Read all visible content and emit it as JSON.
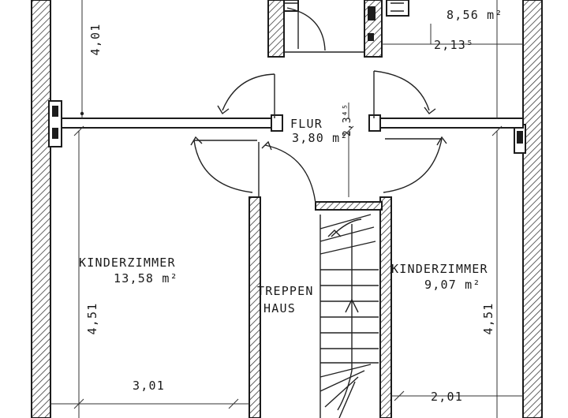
{
  "plan": {
    "rooms": [
      {
        "id": "room-top-left-height",
        "label": "4,01"
      },
      {
        "id": "room-top-right",
        "area": "8,56 m²",
        "width": "2,13⁵"
      },
      {
        "id": "flur",
        "name": "FLUR",
        "area": "3,80 m²",
        "width": "2,3⁴⁵"
      },
      {
        "id": "kinderzimmer-left",
        "name": "KINDERZIMMER",
        "area": "13,58 m²",
        "height": "4,51",
        "width": "3,01"
      },
      {
        "id": "treppenhaus",
        "name_line1": "TREPPEN",
        "name_line2": "HAUS"
      },
      {
        "id": "kinderzimmer-right",
        "name": "KINDERZIMMER",
        "area": "9,07 m²",
        "height": "4,51",
        "width": "2,01"
      }
    ],
    "colors": {
      "ink": "#1c1c1c",
      "paper": "#ffffff",
      "hatch": "#3a3a3a"
    }
  }
}
